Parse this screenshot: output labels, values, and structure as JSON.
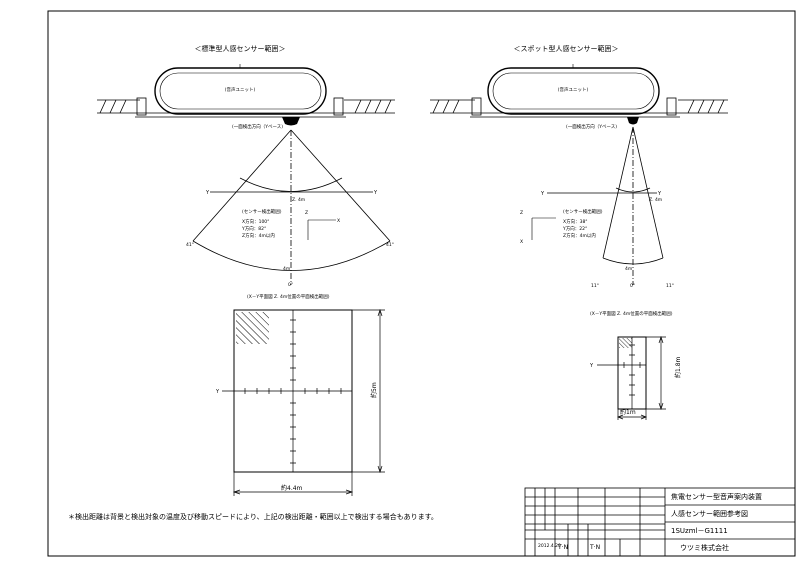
{
  "left_panel": {
    "heading": "＜標準型人感センサー範囲＞",
    "unit_label": "(音声ユニット)",
    "detect_dir": "(一面検出方向（Yベース)",
    "z_label": "Z. 4m",
    "y_left": "Y",
    "y_right": "Y",
    "sensor_title": "(センサー検出範囲)",
    "spec_lines": [
      "X方向：100°",
      "Y方向：82°",
      "Z方向：4m以内"
    ],
    "axis_z": "Z",
    "axis_x": "X",
    "angle_left": "41°",
    "angle_right": "41°",
    "dist_label": "4m",
    "zero_label": "0°",
    "plane_title": "(X－Y平面図 Z. 4m位置の平面検出範囲)",
    "plane_y": "Y",
    "dim_height": "約5m",
    "dim_width": "約4.4m"
  },
  "right_panel": {
    "heading": "＜スポット型人感センサー範囲＞",
    "unit_label": "(音声ユニット)",
    "detect_dir": "(一面検出方向（Yベース)",
    "z_label": "Z. 4m",
    "y_left": "Y",
    "y_right": "Y",
    "sensor_title": "(センサー検出範囲)",
    "spec_lines": [
      "X方向：38°",
      "Y方向：22°",
      "Z方向：4m以内"
    ],
    "axis_z": "Z",
    "axis_x": "X",
    "angle_left": "11°",
    "angle_right": "11°",
    "dist_label": "4m",
    "zero_label": "0°",
    "plane_title": "(X－Y平面図 Z. 4m位置の平面検出範囲)",
    "plane_y": "Y",
    "dim_height": "約1.8m",
    "dim_width": "約1m"
  },
  "note": "＊検出距離は背景と検出対象の温度及び移動スピードにより、上記の検出距離・範囲以上で検出する場合もあります。",
  "title_block": {
    "title1": "焦電センサー型音声案内装置",
    "title2": "人感センサー範囲参考図",
    "drawing_no": "1SUzml－G1111",
    "company": "ウツミ株式会社",
    "date": "2012.4.20",
    "drawn": "T·N",
    "checked": "T·N"
  }
}
